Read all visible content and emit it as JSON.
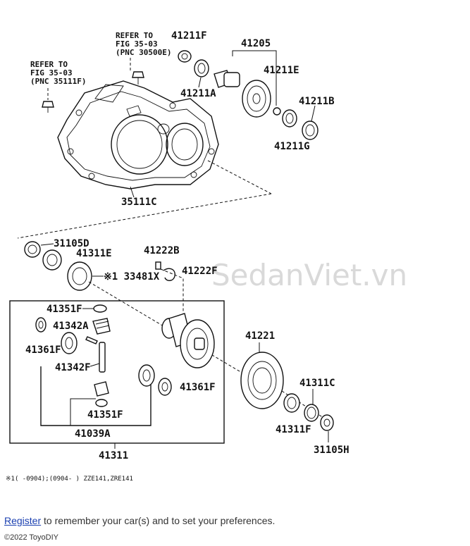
{
  "diagram": {
    "labels": {
      "p41211F_top": "41211F",
      "p41205": "41205",
      "p41211E": "41211E",
      "p41211A": "41211A",
      "p41211B": "41211B",
      "p41211G": "41211G",
      "p35111C": "35111C",
      "p31105D": "31105D",
      "p41311E": "41311E",
      "p33481X": "※1 33481X",
      "p41222B": "41222B",
      "p41222F": "41222F",
      "p41351F_top": "41351F",
      "p41342A": "41342A",
      "p41361F_left": "41361F",
      "p41342F": "41342F",
      "p41351F_bot": "41351F",
      "p41039A": "41039A",
      "p41311": "41311",
      "p41221": "41221",
      "p41361F_right": "41361F",
      "p41311C": "41311C",
      "p41311F": "41311F",
      "p31105H": "31105H"
    },
    "refs": {
      "ref1_line1": "REFER TO",
      "ref1_line2": "FIG 35-03",
      "ref1_line3": "(PNC 30500E)",
      "ref2_line1": "REFER TO",
      "ref2_line2": "FIG 35-03",
      "ref2_line3": "(PNC 35111F)"
    },
    "footnote": "※1(      -0904);(0904-      ) ZZE141,ZRE141",
    "watermark": "SedanViet.vn"
  },
  "footer": {
    "register_link": "Register",
    "register_text": " to remember your car(s) and to set your preferences.",
    "copyright": "©2022 ToyoDIY"
  },
  "colors": {
    "link": "#1a3fb0",
    "watermark": "#d9d9d9"
  }
}
